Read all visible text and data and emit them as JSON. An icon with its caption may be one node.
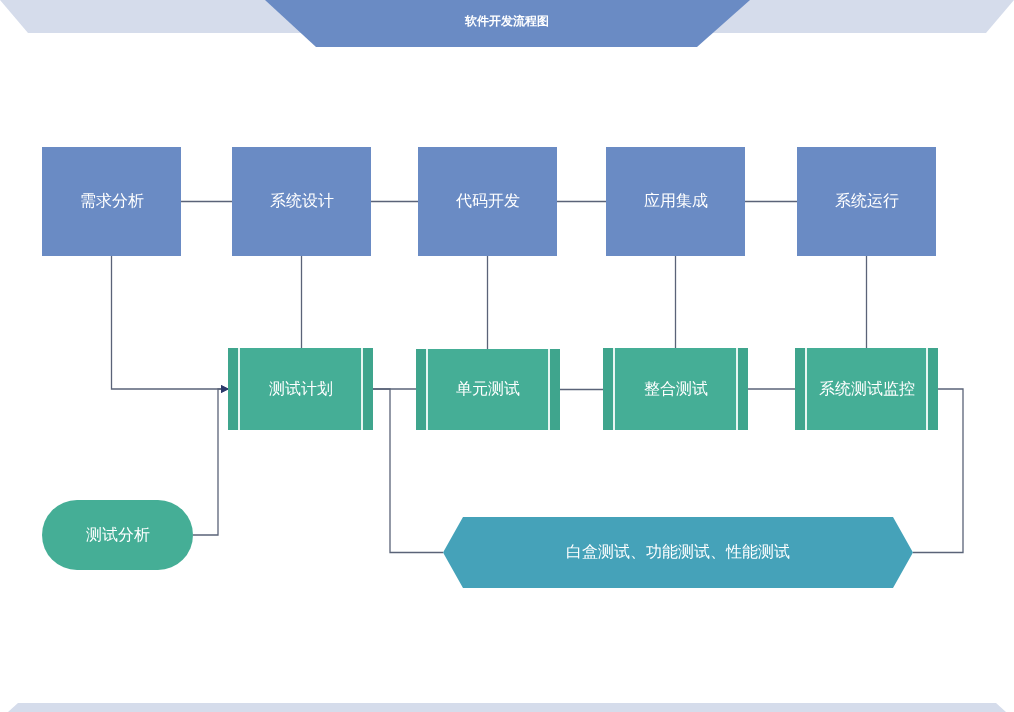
{
  "diagram": {
    "title": "软件开发流程图",
    "nodes": [
      {
        "text": [
          "需求分析"
        ]
      },
      {
        "text": [
          "系统设计"
        ]
      },
      {
        "text": [
          "代码开发"
        ]
      },
      {
        "text": [
          "应用集成"
        ]
      },
      {
        "text": [
          "系统运行"
        ]
      },
      {
        "text": [
          "测试计划"
        ]
      },
      {
        "text": [
          "单元测试"
        ]
      },
      {
        "text": [
          "整合测试"
        ]
      },
      {
        "text": [
          "系统测试监控"
        ]
      },
      {
        "text": [
          "测试分析"
        ]
      },
      {
        "text": [
          "白盒测试、功能测试、性能测试"
        ]
      }
    ],
    "edges": [
      {
        "from": 0,
        "to": 1,
        "arrow": "none"
      },
      {
        "from": 1,
        "to": 2,
        "arrow": "none"
      },
      {
        "from": 2,
        "to": 3,
        "arrow": "none"
      },
      {
        "from": 3,
        "to": 4,
        "arrow": "none"
      },
      {
        "from": 0,
        "to": 5,
        "arrow": "to"
      },
      {
        "from": 9,
        "to": 5,
        "arrow": "to"
      },
      {
        "from": 1,
        "to": 5,
        "arrow": "none"
      },
      {
        "from": 2,
        "to": 6,
        "arrow": "none"
      },
      {
        "from": 3,
        "to": 7,
        "arrow": "none"
      },
      {
        "from": 4,
        "to": 8,
        "arrow": "none"
      },
      {
        "from": 5,
        "to": 6,
        "arrow": "none"
      },
      {
        "from": 6,
        "to": 7,
        "arrow": "none"
      },
      {
        "from": 7,
        "to": 8,
        "arrow": "none"
      },
      {
        "from": 5,
        "to": 10,
        "arrow": "none"
      },
      {
        "from": 8,
        "to": 10,
        "arrow": "none"
      }
    ]
  }
}
